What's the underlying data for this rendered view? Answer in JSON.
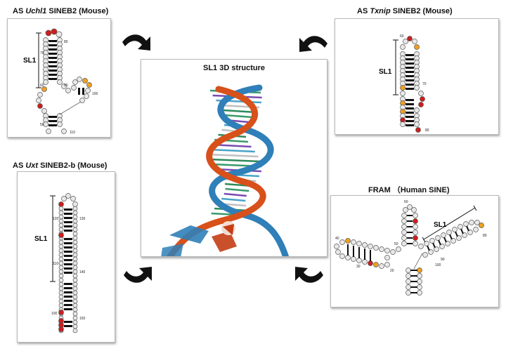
{
  "titles": {
    "uchl1": {
      "prefix": "AS ",
      "gene": "Uchl1",
      "suffix": " SINEB2 (Mouse)"
    },
    "txnip": {
      "prefix": "AS ",
      "gene": "Txnip",
      "suffix": " SINEB2 (Mouse)"
    },
    "uxt": {
      "prefix": "AS ",
      "gene": "Uxt",
      "suffix": " SINEB2-b (Mouse)"
    },
    "fram": "FRAM （Human SINE)",
    "center": "SL1 3D structure"
  },
  "labels": {
    "sl1": "SL1"
  },
  "uchl1_numbers": {
    "n70": "70",
    "n80": "80",
    "n60": "60",
    "n90": "90",
    "n100": "100",
    "n50": "50",
    "n110": "110"
  },
  "txnip_numbers": {
    "n60": "60",
    "n70": "70",
    "n80": "80"
  },
  "uxt_numbers": {
    "n120": "120",
    "n130": "130",
    "n110": "110",
    "n140": "140",
    "n100": "100",
    "n150": "150"
  },
  "fram_numbers": {
    "n40": "40",
    "n60": "60",
    "n50": "50",
    "n80": "80",
    "n90": "90",
    "n30": "30",
    "n20": "20",
    "n100": "100"
  },
  "colors": {
    "base": "#e8e8e8",
    "red": "#cc1e1e",
    "orange": "#f0a020",
    "helix_blue": "#2f7fb8",
    "helix_orange": "#d8501a",
    "arrow": "#111111"
  }
}
